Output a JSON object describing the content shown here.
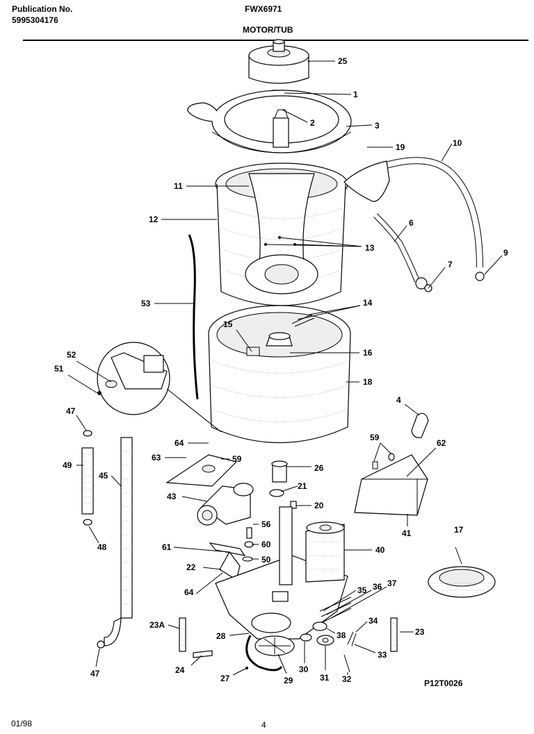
{
  "header": {
    "publication_label": "Publication No.",
    "publication_number": "5995304176",
    "model": "FWX6971",
    "section_title": "MOTOR/TUB"
  },
  "footer": {
    "date": "01/98",
    "page_number": "4",
    "drawing_code": "P12T0026"
  },
  "callouts": [
    "25",
    "1",
    "2",
    "3",
    "19",
    "10",
    "11",
    "12",
    "6",
    "13",
    "7",
    "9",
    "53",
    "14",
    "15",
    "16",
    "52",
    "51",
    "18",
    "4",
    "47",
    "59",
    "62",
    "64",
    "63",
    "59",
    "26",
    "21",
    "49",
    "45",
    "43",
    "20",
    "56",
    "60",
    "61",
    "50",
    "40",
    "17",
    "22",
    "64",
    "41",
    "35",
    "36",
    "37",
    "23A",
    "28",
    "34",
    "38",
    "23",
    "33",
    "24",
    "27",
    "29",
    "30",
    "31",
    "32",
    "47",
    "48"
  ]
}
